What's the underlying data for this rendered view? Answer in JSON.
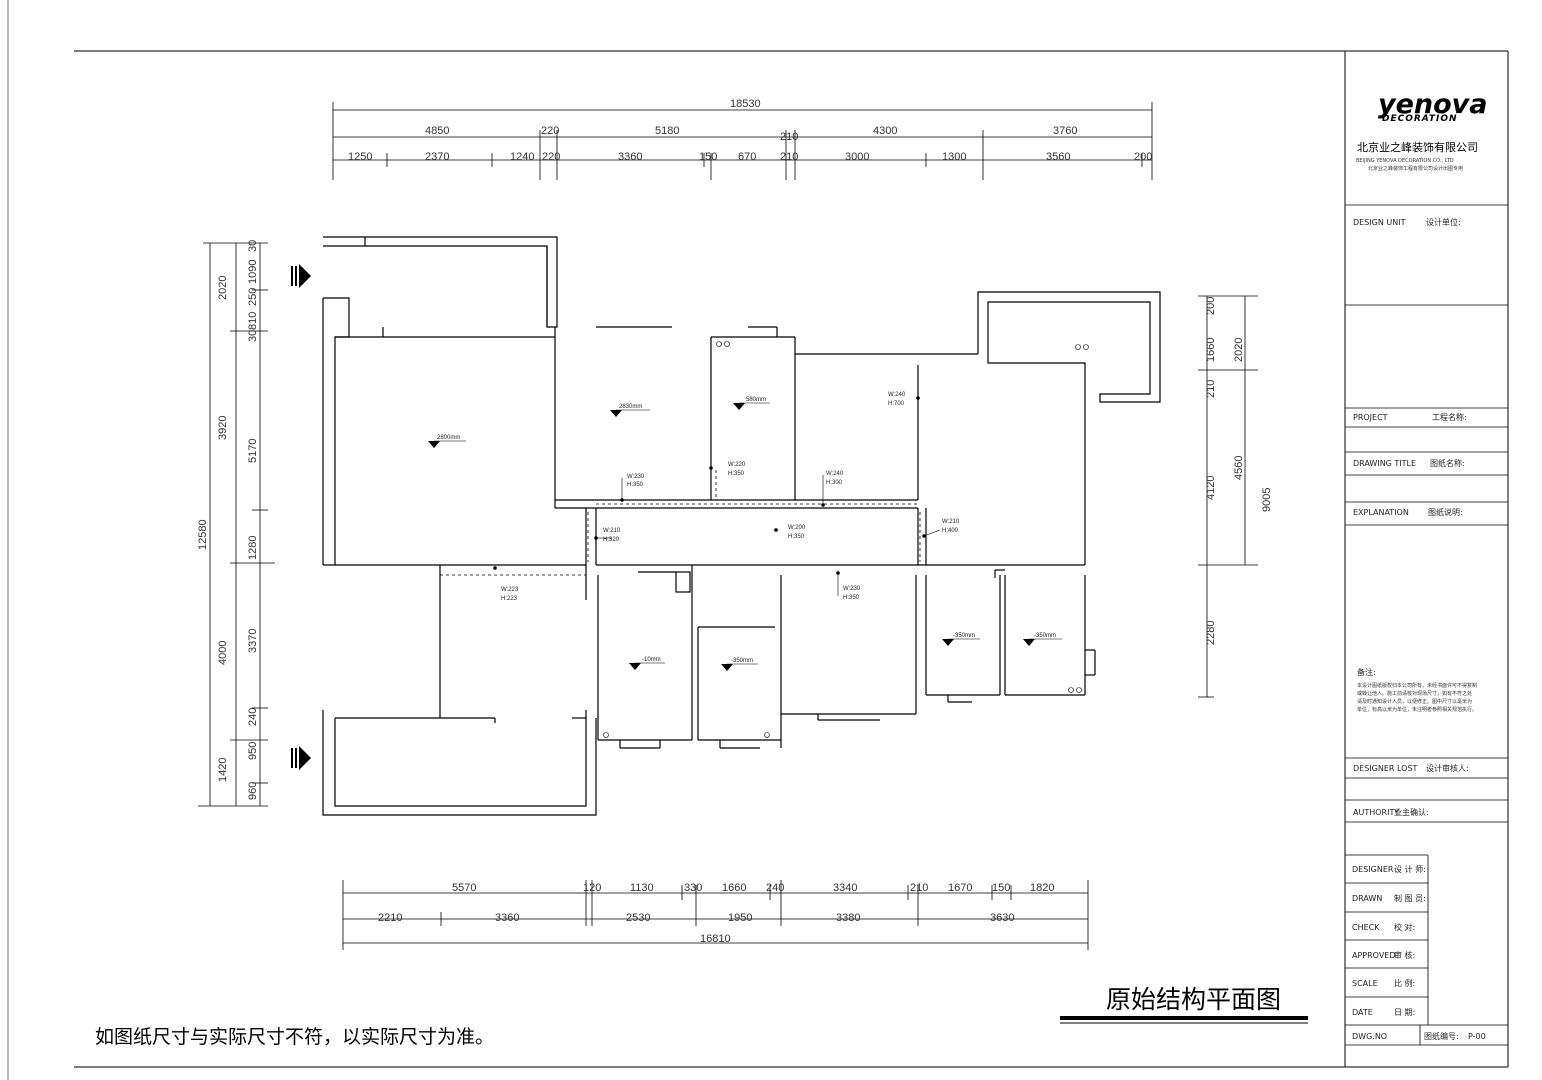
{
  "drawing_title": "原始结构平面图",
  "footnote": "如图纸尺寸与实际尺寸不符，以实际尺寸为准。",
  "title_block": {
    "logo_main": "yenova",
    "logo_sub": "DECORATION",
    "company_cn": "北京业之峰装饰有限公司",
    "company_en": "BEIJING YENOVA DECORATION CO., LTD",
    "company_note": "北京业之峰装饰工程有限公司设计出图专用",
    "design_unit_en": "DESIGN UNIT",
    "design_unit_cn": "设计单位:",
    "project_en": "PROJECT",
    "project_cn": "工程名称:",
    "drawing_title_en": "DRAWING TITLE",
    "drawing_title_cn": "图纸名称:",
    "explanation_en": "EXPLANATION",
    "explanation_cn": "图纸说明:",
    "remark_label": "备注:",
    "remark_text": [
      "本设计图纸版权归本公司所有，未经书面许可不得复制",
      "或转让他人。施工前请核对现场尺寸，如有不符之处",
      "请及时通知设计人员，以便修正。图中尺寸以毫米为",
      "单位，标高以米为单位，未注明者参照相关规范执行。"
    ],
    "designer_en": "DESIGNER LOST",
    "designer_cn": "设计审核人:",
    "authority_en": "AUTHORITY",
    "authority_cn": "业主确认:",
    "rows": [
      {
        "en": "DESIGNER",
        "cn": "设 计 师:"
      },
      {
        "en": "DRAWN",
        "cn": "制 图 员:"
      },
      {
        "en": "CHECK",
        "cn": "校    对:"
      },
      {
        "en": "APPROVED",
        "cn": "审    核:"
      },
      {
        "en": "SCALE",
        "cn": "比    例:"
      },
      {
        "en": "DATE",
        "cn": "日    期:"
      }
    ],
    "dwg_no_en": "DWG.NO",
    "dwg_no_cn": "图纸编号:",
    "dwg_no_value": "P-00"
  },
  "dims_top_total": "18530",
  "dims_top_major": [
    "4850",
    "220",
    "5180",
    "210",
    "4300",
    "3760"
  ],
  "dims_top_minor": [
    "1250",
    "2370",
    "1240",
    "220",
    "3360",
    "150",
    "670",
    "210",
    "3000",
    "1300",
    "3560",
    "200"
  ],
  "dims_bottom_major": [
    "5570",
    "120",
    "1130",
    "330",
    "1660",
    "240",
    "3340",
    "210",
    "1670",
    "150",
    "1820"
  ],
  "dims_bottom_minor": [
    "2210",
    "3360",
    "2530",
    "1950",
    "3380",
    "3630"
  ],
  "dims_bottom_total": "16810",
  "dims_left_outer": [
    "2020",
    "3920",
    "4000",
    "1420"
  ],
  "dims_left_inner": [
    "1090",
    "30",
    "250",
    "810",
    "30",
    "5170",
    "1280",
    "3370",
    "240",
    "950",
    "960"
  ],
  "dims_left_total": "12580",
  "dims_right_inner": [
    "200",
    "1660",
    "210",
    "4120",
    "2280"
  ],
  "dims_right_outer": [
    "2020",
    "4560"
  ],
  "dims_right_total": "9005",
  "room_heights": [
    "2800mm",
    "2830mm",
    "580mm",
    "-10mm",
    "-350mm",
    "-350mm",
    "-350mm"
  ],
  "openings": [
    {
      "w": "W:230",
      "h": "H:350"
    },
    {
      "w": "W:220",
      "h": "H:350"
    },
    {
      "w": "W:240",
      "h": "H:300"
    },
    {
      "w": "W:240",
      "h": "H:700"
    },
    {
      "w": "W:210",
      "h": "H:320"
    },
    {
      "w": "W:200",
      "h": "H:350"
    },
    {
      "w": "W:210",
      "h": "H:400"
    },
    {
      "w": "W:223",
      "h": "H:223"
    },
    {
      "w": "W:230",
      "h": "H:350"
    }
  ]
}
